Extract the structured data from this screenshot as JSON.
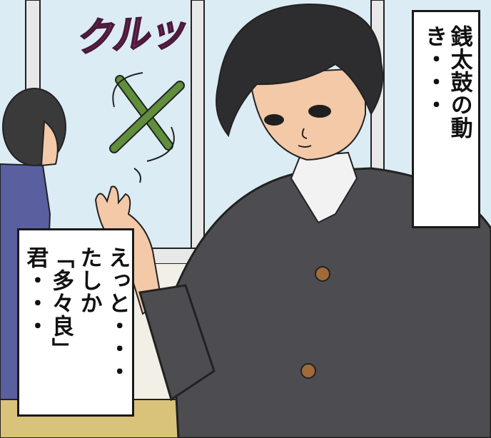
{
  "panel": {
    "sfx": "クルッ",
    "bubble_right": {
      "lines": [
        "銭太鼓の動き・・・"
      ]
    },
    "bubble_left": {
      "lines": [
        "えっと・・・",
        "たしか",
        "「多々良」君・・・"
      ]
    }
  },
  "colors": {
    "sky": "#dcecf4",
    "uniform": "#4d4d51",
    "sfx": "#b03a8a",
    "stick": "#5f8f3a"
  }
}
